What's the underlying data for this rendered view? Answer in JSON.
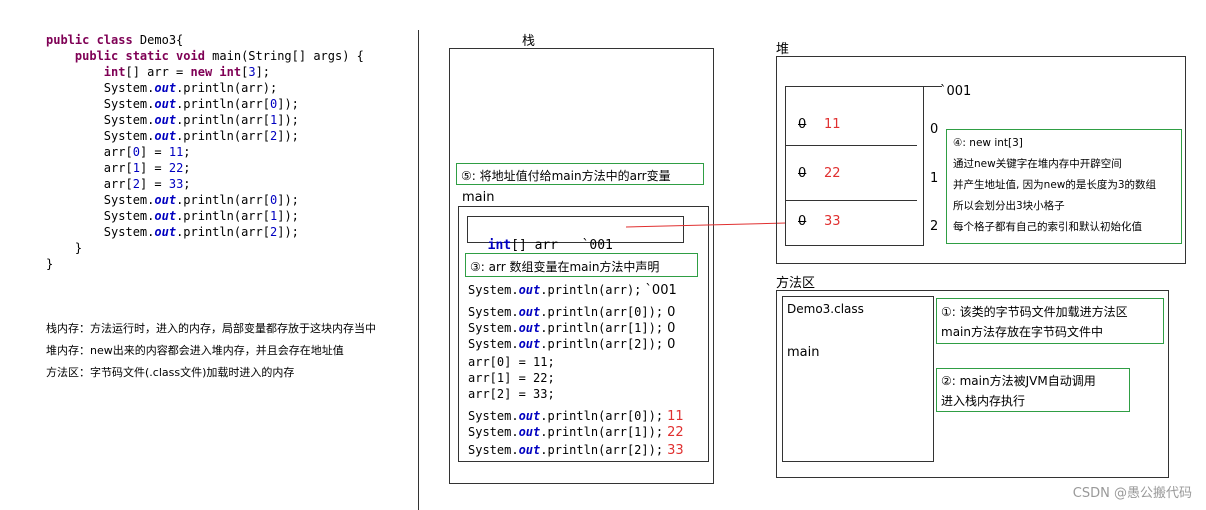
{
  "code": {
    "lines": [
      {
        "parts": [
          {
            "t": "public class ",
            "c": "kw"
          },
          {
            "t": "Demo3{",
            "c": ""
          }
        ]
      },
      {
        "parts": [
          {
            "t": "    public static void ",
            "c": "kw"
          },
          {
            "t": "main(String[] args) {",
            "c": ""
          }
        ]
      },
      {
        "parts": [
          {
            "t": "        int",
            "c": "kw"
          },
          {
            "t": "[] arr = ",
            "c": ""
          },
          {
            "t": "new int",
            "c": "kw"
          },
          {
            "t": "[",
            "c": ""
          },
          {
            "t": "3",
            "c": "num"
          },
          {
            "t": "];",
            "c": ""
          }
        ]
      },
      {
        "parts": [
          {
            "t": "        System.",
            "c": ""
          },
          {
            "t": "out",
            "c": "fld"
          },
          {
            "t": ".println(arr);",
            "c": ""
          }
        ]
      },
      {
        "parts": [
          {
            "t": "        System.",
            "c": ""
          },
          {
            "t": "out",
            "c": "fld"
          },
          {
            "t": ".println(arr[",
            "c": ""
          },
          {
            "t": "0",
            "c": "num"
          },
          {
            "t": "]);",
            "c": ""
          }
        ]
      },
      {
        "parts": [
          {
            "t": "        System.",
            "c": ""
          },
          {
            "t": "out",
            "c": "fld"
          },
          {
            "t": ".println(arr[",
            "c": ""
          },
          {
            "t": "1",
            "c": "num"
          },
          {
            "t": "]);",
            "c": ""
          }
        ]
      },
      {
        "parts": [
          {
            "t": "        System.",
            "c": ""
          },
          {
            "t": "out",
            "c": "fld"
          },
          {
            "t": ".println(arr[",
            "c": ""
          },
          {
            "t": "2",
            "c": "num"
          },
          {
            "t": "]);",
            "c": ""
          }
        ]
      },
      {
        "parts": [
          {
            "t": "        arr[",
            "c": ""
          },
          {
            "t": "0",
            "c": "num"
          },
          {
            "t": "] = ",
            "c": ""
          },
          {
            "t": "11",
            "c": "num"
          },
          {
            "t": ";",
            "c": ""
          }
        ]
      },
      {
        "parts": [
          {
            "t": "        arr[",
            "c": ""
          },
          {
            "t": "1",
            "c": "num"
          },
          {
            "t": "] = ",
            "c": ""
          },
          {
            "t": "22",
            "c": "num"
          },
          {
            "t": ";",
            "c": ""
          }
        ]
      },
      {
        "parts": [
          {
            "t": "        arr[",
            "c": ""
          },
          {
            "t": "2",
            "c": "num"
          },
          {
            "t": "] = ",
            "c": ""
          },
          {
            "t": "33",
            "c": "num"
          },
          {
            "t": ";",
            "c": ""
          }
        ]
      },
      {
        "parts": [
          {
            "t": "        System.",
            "c": ""
          },
          {
            "t": "out",
            "c": "fld"
          },
          {
            "t": ".println(arr[",
            "c": ""
          },
          {
            "t": "0",
            "c": "num"
          },
          {
            "t": "]);",
            "c": ""
          }
        ]
      },
      {
        "parts": [
          {
            "t": "        System.",
            "c": ""
          },
          {
            "t": "out",
            "c": "fld"
          },
          {
            "t": ".println(arr[",
            "c": ""
          },
          {
            "t": "1",
            "c": "num"
          },
          {
            "t": "]);",
            "c": ""
          }
        ]
      },
      {
        "parts": [
          {
            "t": "        System.",
            "c": ""
          },
          {
            "t": "out",
            "c": "fld"
          },
          {
            "t": ".println(arr[",
            "c": ""
          },
          {
            "t": "2",
            "c": "num"
          },
          {
            "t": "]);",
            "c": ""
          }
        ]
      },
      {
        "parts": [
          {
            "t": "    }",
            "c": ""
          }
        ]
      },
      {
        "parts": [
          {
            "t": "}",
            "c": ""
          }
        ]
      }
    ]
  },
  "notes": [
    "栈内存：方法运行时，进入的内存，局部变量都存放于这块内存当中",
    "堆内存：new出来的内容都会进入堆内存，并且会存在地址值",
    "方法区：字节码文件(.class文件)加载时进入的内存"
  ],
  "stack": {
    "title": "栈",
    "note5": "⑤: 将地址值付给main方法中的arr变量",
    "main_label": "main",
    "arr_decl_kw": "int",
    "arr_decl_rest": "[] arr   `001",
    "note3": "③: arr 数组变量在main方法中声明",
    "lines": [
      {
        "pre": "System.",
        "out": "out",
        "post": ".println(arr);",
        "anno": "`001",
        "red": false
      },
      {
        "pre": "System.",
        "out": "out",
        "post": ".println(arr[0]);",
        "anno": "0",
        "red": false
      },
      {
        "pre": "System.",
        "out": "out",
        "post": ".println(arr[1]);",
        "anno": "0",
        "red": false
      },
      {
        "pre": "System.",
        "out": "out",
        "post": ".println(arr[2]);",
        "anno": "0",
        "red": false
      },
      {
        "plain": "arr[0] = 11;"
      },
      {
        "plain": "arr[1] = 22;"
      },
      {
        "plain": "arr[2] = 33;"
      },
      {
        "pre": "System.",
        "out": "out",
        "post": ".println(arr[0]);",
        "anno": "11",
        "red": true
      },
      {
        "pre": "System.",
        "out": "out",
        "post": ".println(arr[1]);",
        "anno": "22",
        "red": true
      },
      {
        "pre": "System.",
        "out": "out",
        "post": ".println(arr[2]);",
        "anno": "33",
        "red": true
      }
    ]
  },
  "heap": {
    "title": "堆",
    "address": "`001",
    "cells": [
      {
        "old": "0",
        "new": "11",
        "index": "0"
      },
      {
        "old": "0",
        "new": "22",
        "index": "1"
      },
      {
        "old": "0",
        "new": "33",
        "index": "2"
      }
    ],
    "note4_lines": [
      "④: new int[3]",
      "通过new关键字在堆内存中开辟空间",
      "并产生地址值, 因为new的是长度为3的数组",
      "所以会划分出3块小格子",
      "每个格子都有自己的索引和默认初始化值"
    ]
  },
  "method_area": {
    "title": "方法区",
    "class_name": "Demo3.class",
    "main": "main",
    "note1_lines": [
      "①: 该类的字节码文件加载进方法区",
      "main方法存放在字节码文件中"
    ],
    "note2_lines": [
      "②: main方法被JVM自动调用",
      "进入栈内存执行"
    ]
  },
  "watermark": "CSDN @愚公搬代码",
  "colors": {
    "keyword": "#7f0055",
    "number": "#0000c0",
    "red": "#e03030",
    "green": "#2f9e44"
  }
}
